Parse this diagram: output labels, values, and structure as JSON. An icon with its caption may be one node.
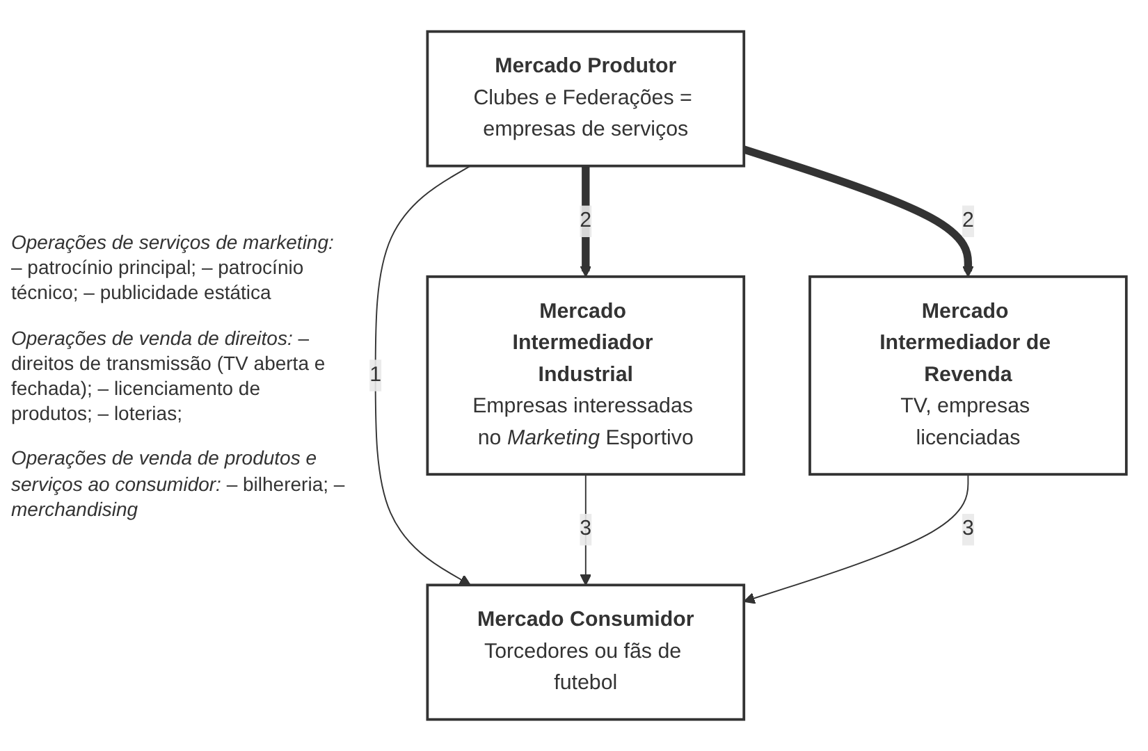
{
  "diagram": {
    "nodes": [
      {
        "text": [
          "Mercado Produtor",
          "Clubes e Federações = empresas de serviços"
        ]
      },
      {
        "text": [
          "Mercado Intermediador Industrial",
          "Empresas interessadas no *Marketing* Esportivo"
        ]
      },
      {
        "text": [
          "Mercado Consumidor",
          "Torcedores ou fãs de futebol"
        ]
      },
      {
        "text": [
          "Mercado Intermediador de Revenda",
          "TV, empresas licenciadas"
        ]
      }
    ],
    "edges": [
      {
        "from": 0,
        "to": 1,
        "arrow": "to",
        "label": "2",
        "style": "thick"
      },
      {
        "from": 0,
        "to": 3,
        "arrow": "to",
        "label": "2",
        "style": "thick"
      },
      {
        "from": 0,
        "to": 2,
        "arrow": "to",
        "label": "1"
      },
      {
        "from": 1,
        "to": 2,
        "arrow": "to",
        "label": "3"
      },
      {
        "from": 3,
        "to": 2,
        "arrow": "to",
        "label": "3"
      }
    ],
    "labels": [
      "*Operações de serviços de marketing:* – patrocínio principal; – patrocínio técnico; – publicidade estática",
      "*Operações de venda de direitos:* – direitos de transmissão (TV aberta e fechada); – licenciamento de produtos; – loterias;",
      "*Operações de venda de produtos e serviços ao consumidor:* – bilhereria; – *merchandising*"
    ]
  }
}
